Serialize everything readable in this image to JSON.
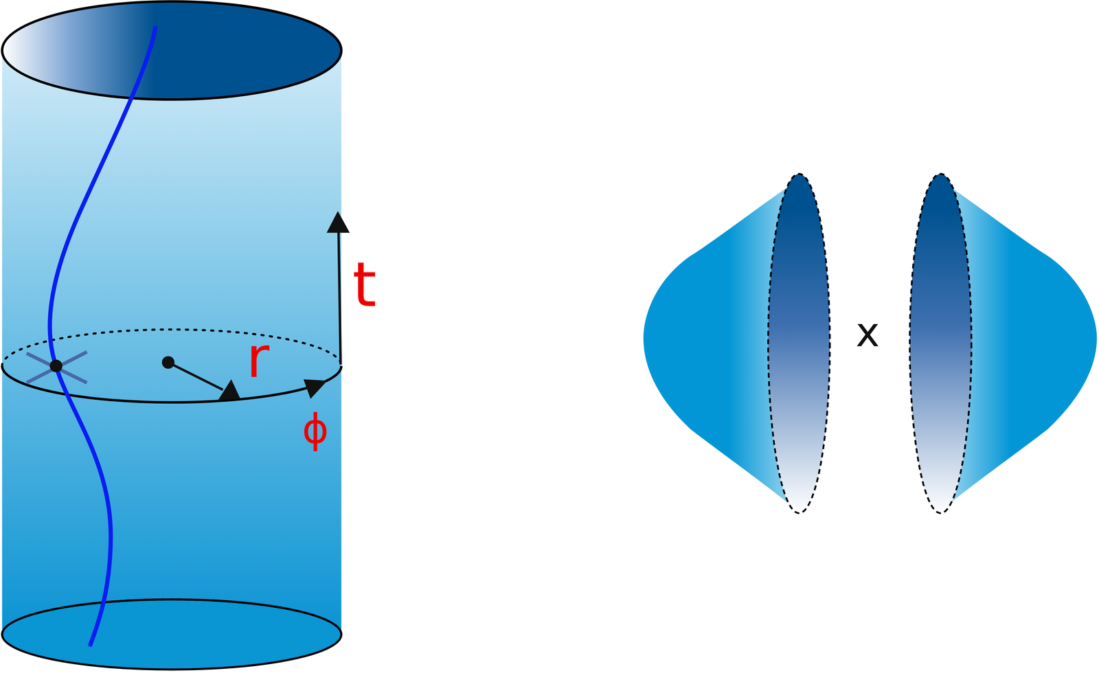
{
  "diagram": {
    "labels": [
      "t",
      "r",
      "ϕ",
      "x"
    ]
  }
}
